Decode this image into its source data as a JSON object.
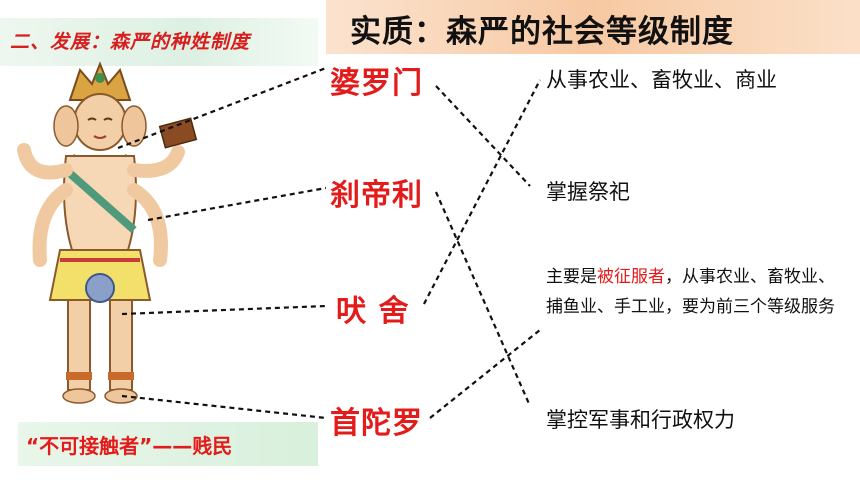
{
  "section_title": "二、发展：森严的种姓制度",
  "essence_title": "实质：森严的社会等级制度",
  "castes": {
    "brahmin": "婆罗门",
    "kshatriya": "刹帝利",
    "vaishya": "吠 舍",
    "shudra": "首陀罗"
  },
  "duties": {
    "commerce": "从事农业、畜牧业、商业",
    "sacrifice": "掌握祭祀",
    "conquered_prefix": "主要是",
    "conquered_highlight": "被征服者",
    "conquered_rest": "，从事农业、畜牧业、捕鱼业、手工业，要为前三个等级服务",
    "military": "掌控军事和行政权力"
  },
  "untouchables": "“不可接触者”——贱民",
  "colors": {
    "accent_red": "#e41b1b",
    "essence_banner": "#f7c9a3",
    "section_banner": "#ddf0e3"
  }
}
